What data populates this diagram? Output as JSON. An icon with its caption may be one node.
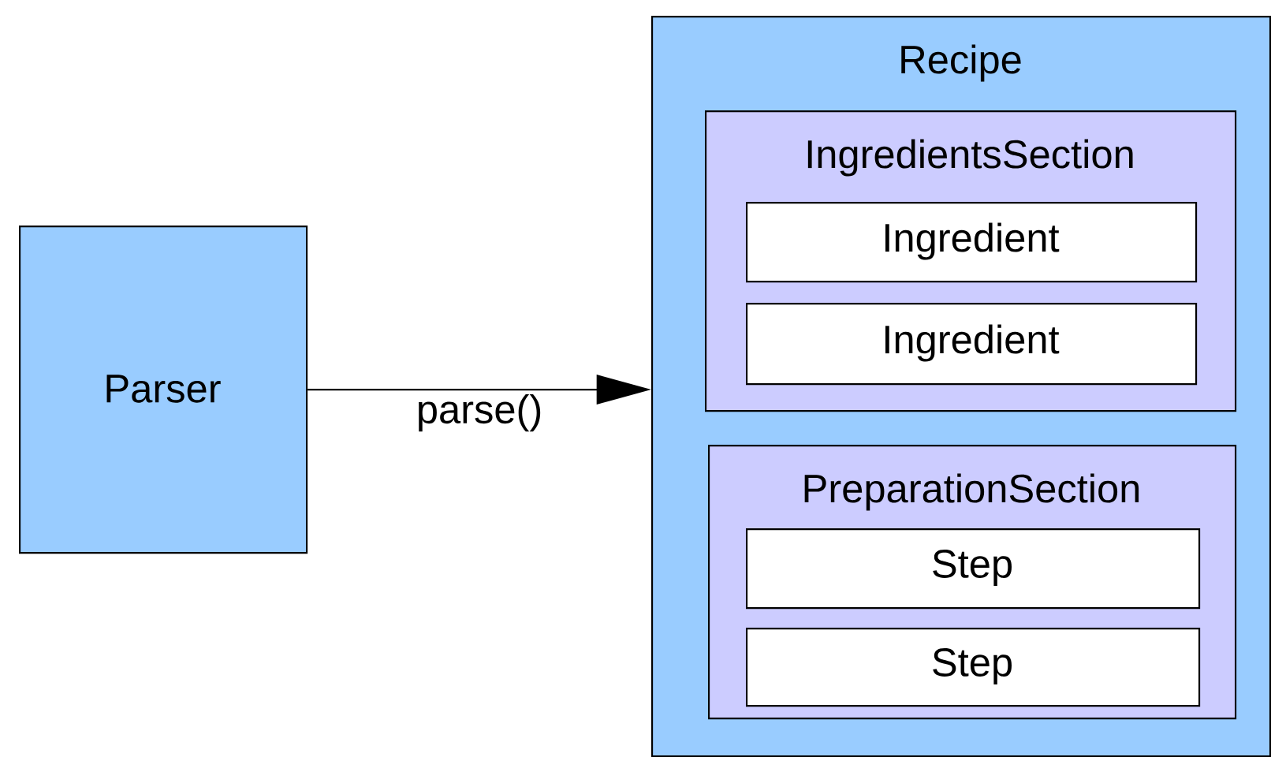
{
  "diagram": {
    "nodes": [
      {
        "text": [
          "Parser"
        ]
      },
      {
        "text": [
          "Recipe"
        ]
      },
      {
        "text": [
          "IngredientsSection"
        ],
        "in": 1
      },
      {
        "text": [
          "Ingredient"
        ],
        "in": 2
      },
      {
        "text": [
          "Ingredient"
        ],
        "in": 2
      },
      {
        "text": [
          "PreparationSection"
        ],
        "in": 1
      },
      {
        "text": [
          "Step"
        ],
        "in": 5
      },
      {
        "text": [
          "Step"
        ],
        "in": 5
      }
    ],
    "edges": [
      {
        "from": 0,
        "to": 1,
        "arrow": "to",
        "label": "parse()"
      }
    ]
  }
}
